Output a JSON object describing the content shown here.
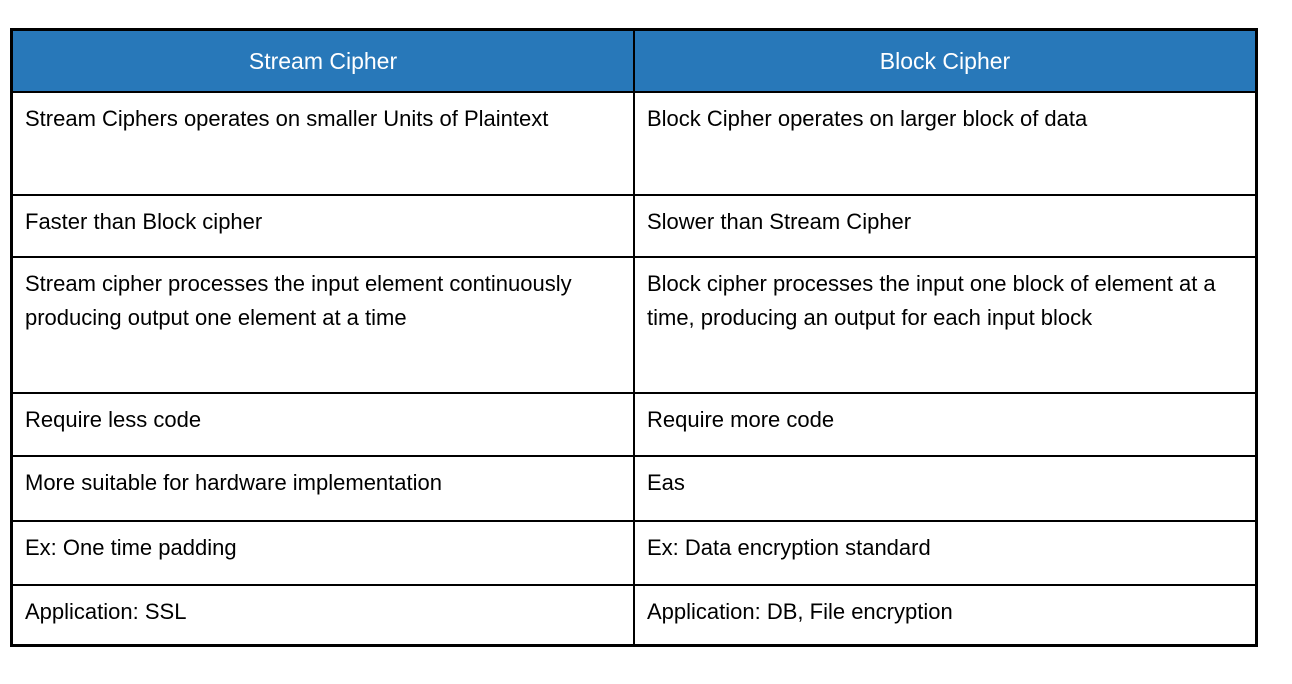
{
  "table": {
    "title": "Stream Cipher vs Block Cipher comparison table",
    "colors": {
      "header_bg": "#2878B9",
      "header_text": "#FFFFFF",
      "border": "#000000",
      "body_text": "#000000",
      "page_bg": "#FFFFFF"
    },
    "header": {
      "col1": "Stream Cipher",
      "col2": "Block Cipher"
    },
    "rows": [
      {
        "stream": "Stream Ciphers operates on smaller Units of Plaintext",
        "block": "Block Cipher operates on larger block of data"
      },
      {
        "stream": "Faster than Block cipher",
        "block": "Slower than Stream Cipher"
      },
      {
        "stream": "Stream cipher processes the input element continuously producing output one element at a time",
        "block": "Block cipher processes the input one block of element at a time, producing an output for each input block"
      },
      {
        "stream": "Require less code",
        "block": "Require more code"
      },
      {
        "stream": "More suitable for hardware implementation",
        "block": "Eas"
      },
      {
        "stream": "Ex: One time padding",
        "block": "Ex: Data encryption standard"
      },
      {
        "stream": "Application: SSL",
        "block": "Application: DB, File encryption"
      }
    ]
  }
}
